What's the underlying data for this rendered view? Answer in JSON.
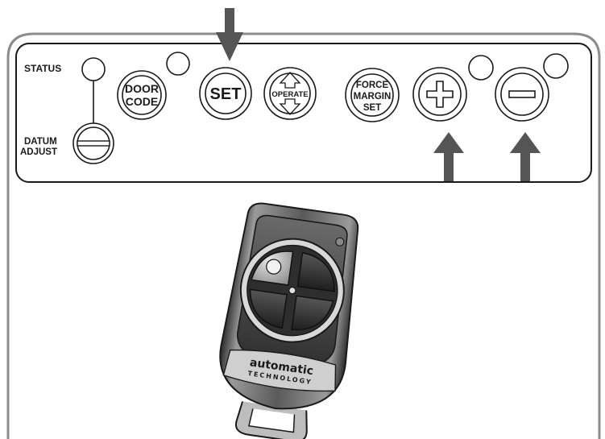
{
  "panel": {
    "status_label": "STATUS",
    "datum_label_line1": "DATUM",
    "datum_label_line2": "ADJUST",
    "door_code_line1": "DOOR",
    "door_code_line2": "CODE",
    "set_label": "SET",
    "operate_label": "OPERATE",
    "force_line1": "FORCE",
    "force_line2": "MARGIN",
    "force_line3": "SET",
    "plus_icon": "plus-icon",
    "minus_icon": "minus-icon"
  },
  "remote": {
    "brand_line1": "automatic",
    "brand_line2": "TECHNOLOGY"
  },
  "colors": {
    "outline": "#1a1a1a",
    "arrow": "#555555",
    "body_dark": "#3a3a3a",
    "body_mid": "#8a8a8a",
    "body_light": "#d6d6d6"
  }
}
